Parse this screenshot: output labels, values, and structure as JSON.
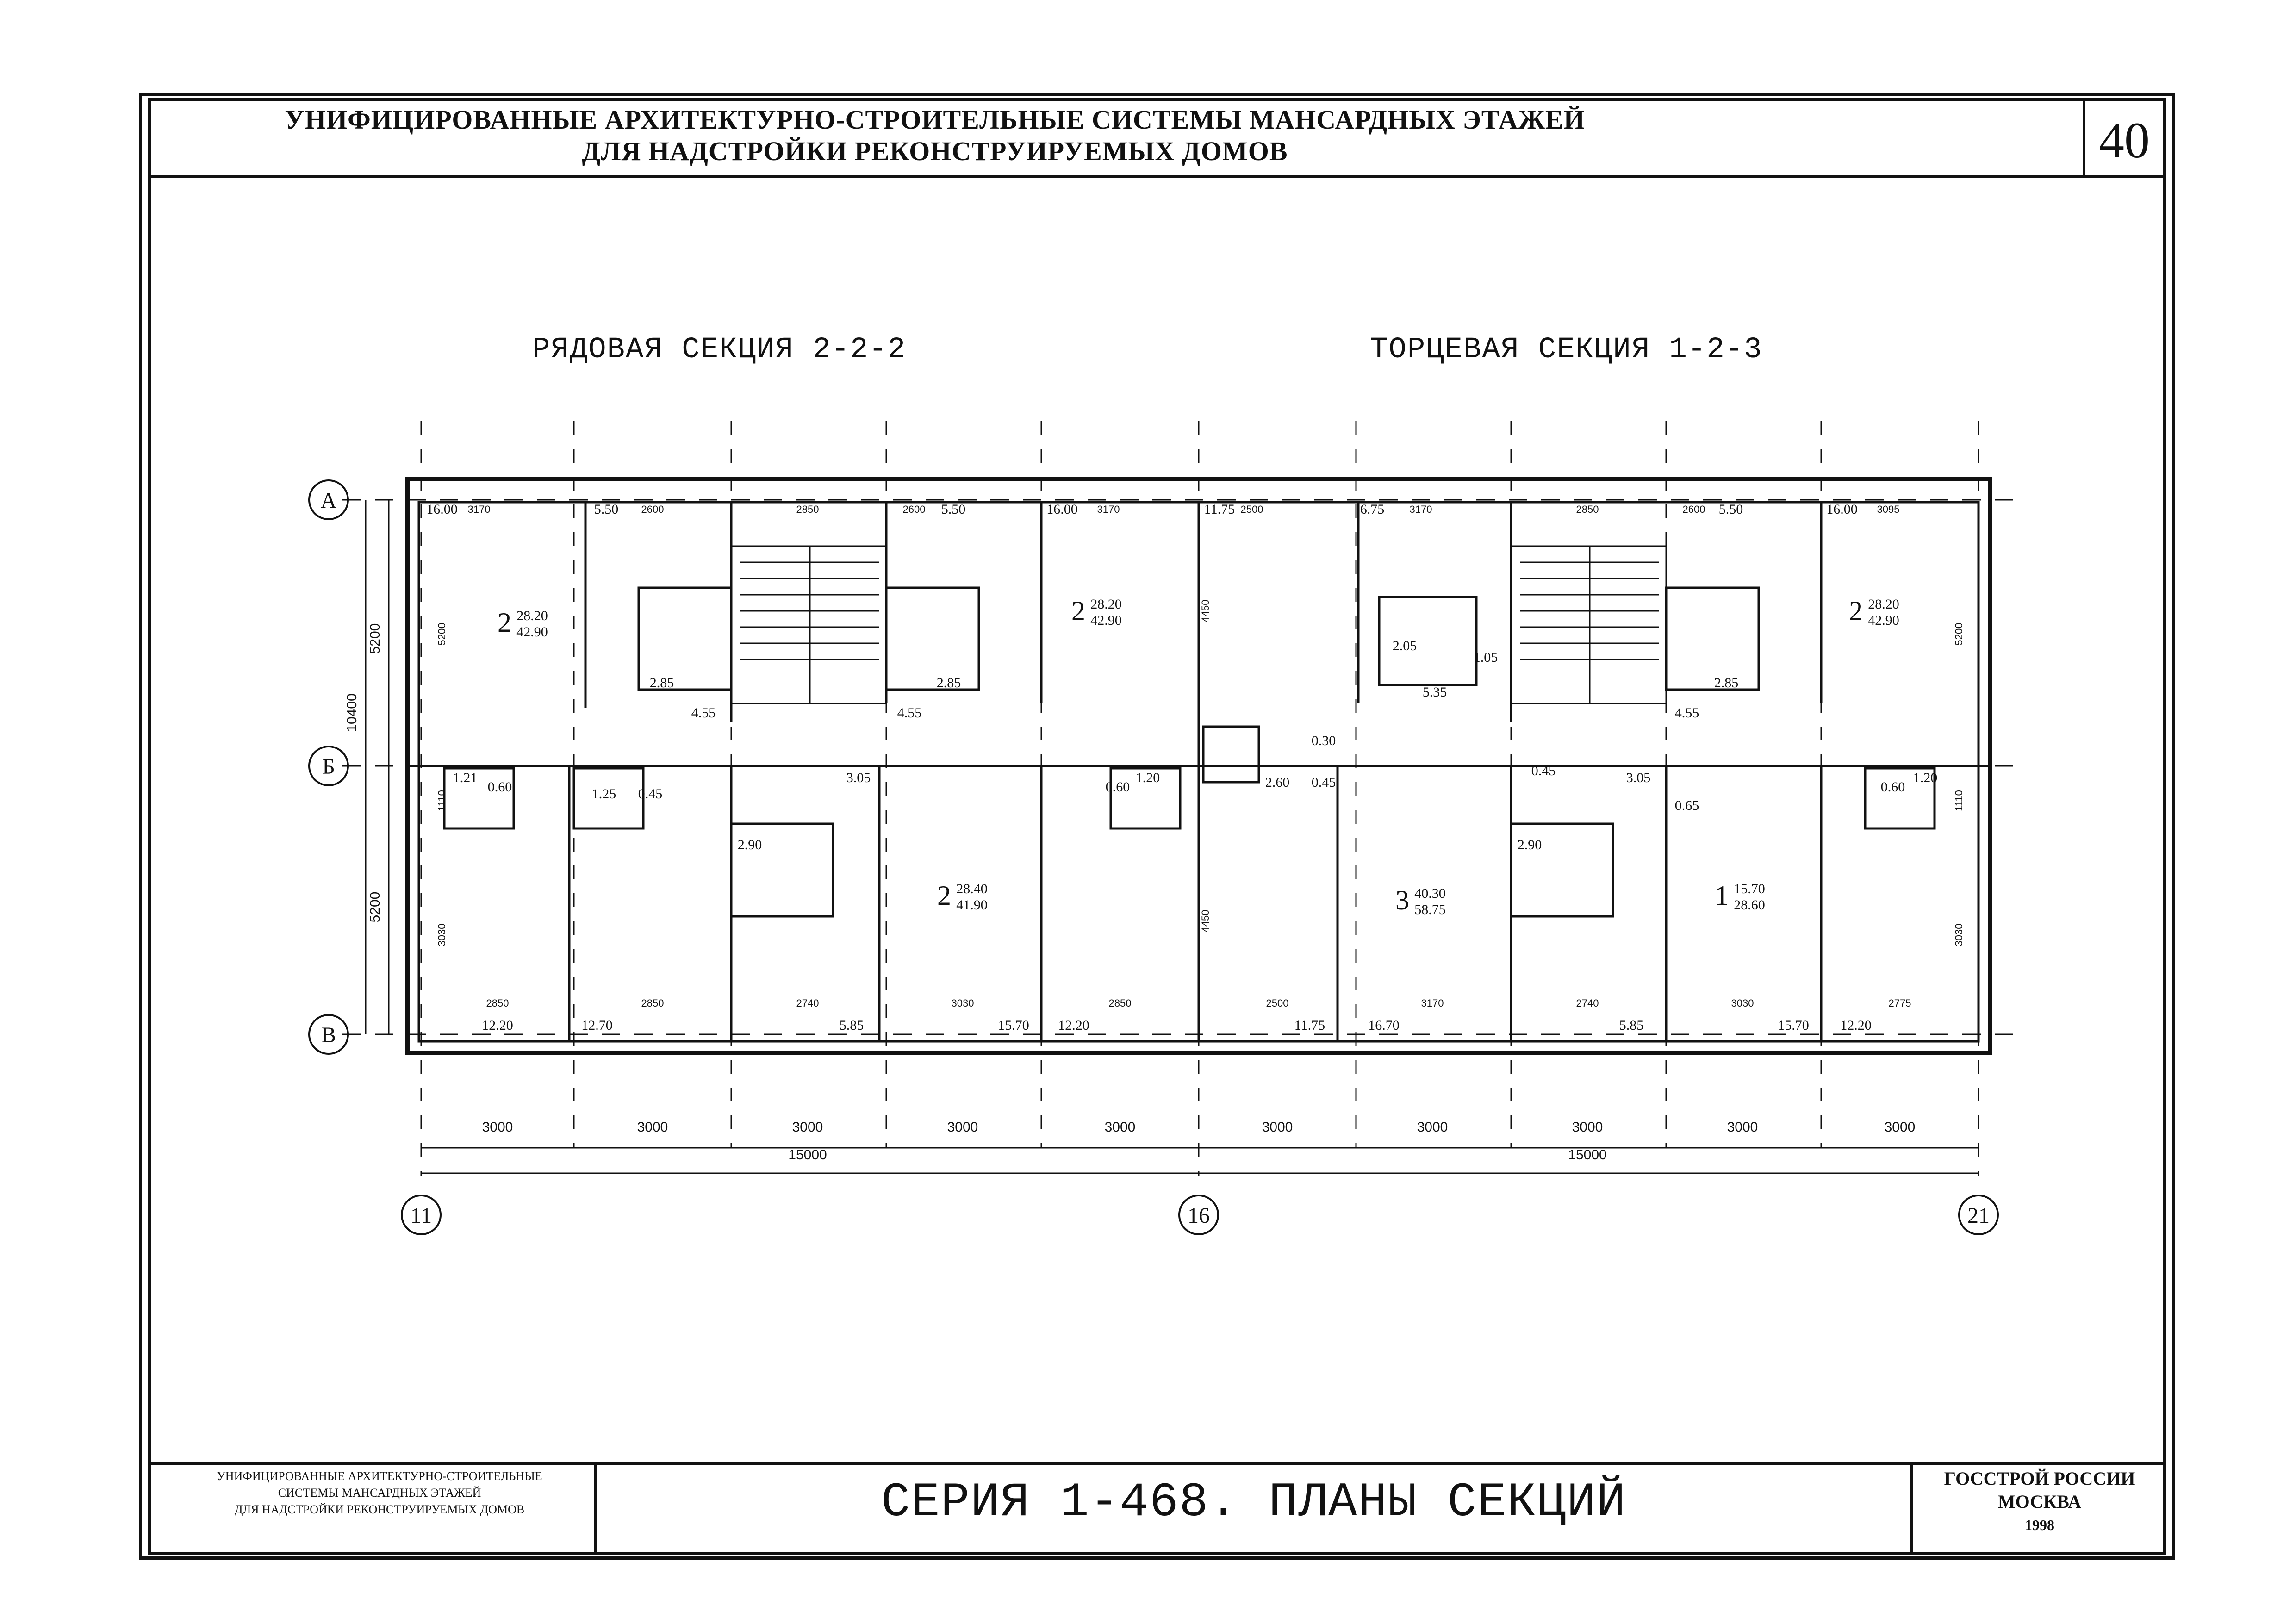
{
  "header": {
    "title_line1": "УНИФИЦИРОВАННЫЕ АРХИТЕКТУРНО-СТРОИТЕЛЬНЫЕ СИСТЕМЫ МАНСАРДНЫХ ЭТАЖЕЙ",
    "title_line2": "ДЛЯ НАДСТРОЙКИ РЕКОНСТРУИРУЕМЫХ ДОМОВ",
    "sheet_number": "40"
  },
  "sections": {
    "left_title": "РЯДОВАЯ СЕКЦИЯ 2-2-2",
    "right_title": "ТОРЦЕВАЯ СЕКЦИЯ 1-2-3"
  },
  "grid": {
    "rows": [
      "А",
      "Б",
      "В"
    ],
    "columns": [
      "11",
      "16",
      "21"
    ],
    "row_dims": {
      "total": "10400",
      "upper": "5200",
      "lower": "5200"
    },
    "bay_dims": [
      "3000",
      "3000",
      "3000",
      "3000",
      "3000",
      "3000",
      "3000",
      "3000",
      "3000",
      "3000"
    ],
    "section_dims": [
      "15000",
      "15000"
    ]
  },
  "apartments": [
    {
      "rooms": "2",
      "living": "28.20",
      "total": "42.90"
    },
    {
      "rooms": "2",
      "living": "28.20",
      "total": "42.90"
    },
    {
      "rooms": "2",
      "living": "28.40",
      "total": "41.90"
    },
    {
      "rooms": "2",
      "living": "28.20",
      "total": "42.90"
    },
    {
      "rooms": "3",
      "living": "40.30",
      "total": "58.75"
    },
    {
      "rooms": "1",
      "living": "15.70",
      "total": "28.60"
    }
  ],
  "room_areas": {
    "top": [
      "16.00",
      "5.50",
      "5.50",
      "16.00",
      "11.75",
      "6.75",
      "5.50",
      "16.00"
    ],
    "bottom": [
      "12.20",
      "12.70",
      "5.85",
      "15.70",
      "12.20",
      "11.75",
      "16.70",
      "5.85",
      "15.70",
      "12.20"
    ],
    "small": [
      "2.85",
      "4.55",
      "2.85",
      "4.55",
      "1.21",
      "0.60",
      "1.25",
      "0.45",
      "3.05",
      "2.90",
      "1.20",
      "0.60",
      "2.05",
      "1.05",
      "5.35",
      "0.30",
      "2.60",
      "0.45",
      "0.45",
      "3.05",
      "2.90",
      "0.65",
      "2.85",
      "4.55",
      "1.20",
      "0.60"
    ]
  },
  "room_dims": {
    "top": [
      "3170",
      "2600",
      "2850",
      "2600",
      "3170",
      "2500",
      "3170",
      "2850",
      "2600",
      "3095"
    ],
    "bottom": [
      "2850",
      "2850",
      "2740",
      "3030",
      "2850",
      "2500",
      "3170",
      "2740",
      "3030",
      "2775"
    ],
    "side": [
      "5200",
      "3030",
      "4450",
      "4450",
      "5200",
      "3030",
      "1110",
      "1110"
    ]
  },
  "footer": {
    "left_line1": "УНИФИЦИРОВАННЫЕ АРХИТЕКТУРНО-СТРОИТЕЛЬНЫЕ",
    "left_line2": "СИСТЕМЫ МАНСАРДНЫХ ЭТАЖЕЙ",
    "left_line3": "ДЛЯ НАДСТРОЙКИ РЕКОНСТРУИРУЕМЫХ ДОМОВ",
    "center": "СЕРИЯ 1-468. ПЛАНЫ СЕКЦИЙ",
    "right_line1": "ГОССТРОЙ РОССИИ",
    "right_line2": "МОСКВА",
    "right_line3": "1998"
  }
}
